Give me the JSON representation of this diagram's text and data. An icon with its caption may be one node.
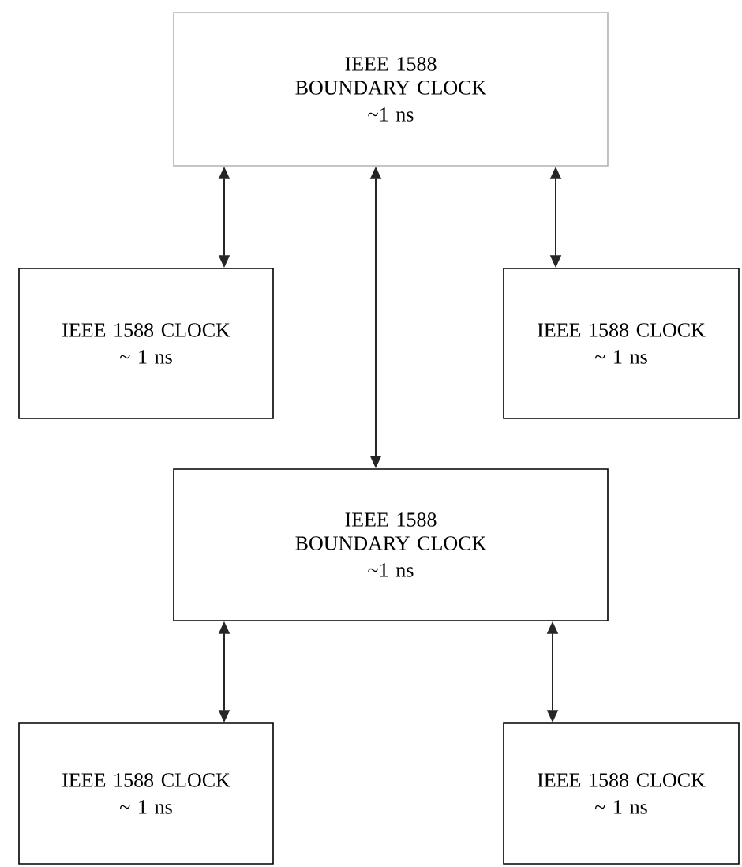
{
  "diagram": {
    "nodes": [
      {
        "text": [
          "IEEE 1588 BOUNDARY CLOCK",
          "~1 ns"
        ]
      },
      {
        "text": [
          "IEEE 1588 CLOCK",
          "~ 1 ns"
        ]
      },
      {
        "text": [
          "IEEE 1588 CLOCK",
          "~ 1 ns"
        ]
      },
      {
        "text": [
          "IEEE 1588 BOUNDARY CLOCK",
          "~1 ns"
        ]
      },
      {
        "text": [
          "IEEE 1588 CLOCK",
          "~ 1 ns"
        ]
      },
      {
        "text": [
          "IEEE 1588 CLOCK",
          "~ 1 ns"
        ]
      }
    ],
    "edges": [
      {
        "from": 0,
        "to": 1,
        "arrow": "both"
      },
      {
        "from": 0,
        "to": 3,
        "arrow": "both"
      },
      {
        "from": 0,
        "to": 2,
        "arrow": "both"
      },
      {
        "from": 3,
        "to": 4,
        "arrow": "both"
      },
      {
        "from": 3,
        "to": 5,
        "arrow": "both"
      }
    ]
  }
}
